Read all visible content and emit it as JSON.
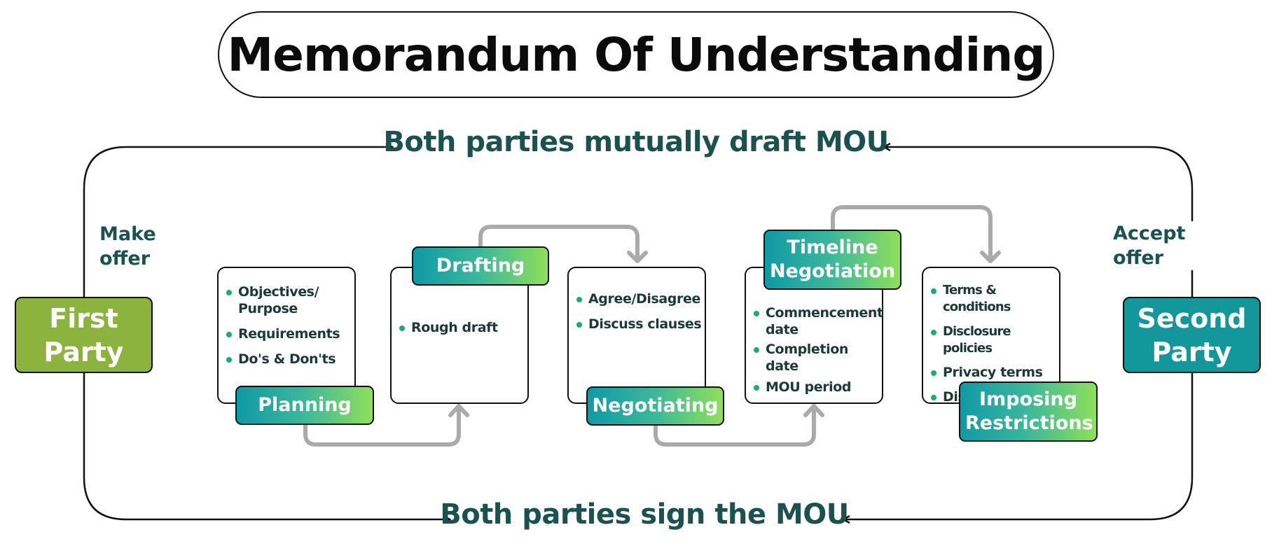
{
  "title": "Memorandum Of Understanding",
  "flow_top": "Both parties mutually draft MOU",
  "flow_bottom": "Both parties sign the MOU",
  "left_note": "Make offer",
  "right_note": "Accept offer",
  "parties": {
    "first": "First Party",
    "second": "Second Party"
  },
  "colors": {
    "title_text": "#0b0b0b",
    "teal_text": "#19524f",
    "first_party": "#8db33f",
    "second_party": "#13979a",
    "gradient_start": "#0f9aa6",
    "gradient_end": "#8fe05a",
    "bullet": "#17b06b",
    "connector": "#aaaaaa"
  },
  "stages": [
    {
      "name": "Planning",
      "items": [
        "Objectives/ Purpose",
        "Requirements",
        "Do's & Don'ts"
      ]
    },
    {
      "name": "Drafting",
      "items": [
        "Rough draft"
      ]
    },
    {
      "name": "Negotiating",
      "items": [
        "Agree/Disagree",
        "Discuss clauses"
      ]
    },
    {
      "name": "Timeline Negotiation",
      "items": [
        "Commencement date",
        "Completion date",
        "MOU period"
      ]
    },
    {
      "name": "Imposing Restrictions",
      "items": [
        "Terms & conditions",
        "Disclosure policies",
        "Privacy terms",
        "Disclaimers"
      ]
    }
  ]
}
